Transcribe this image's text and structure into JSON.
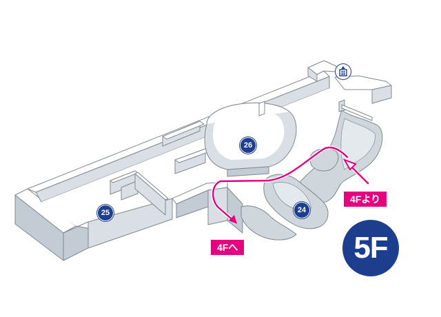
{
  "floor": {
    "label": "5F"
  },
  "markers": [
    {
      "id": "25",
      "label": "25"
    },
    {
      "id": "26",
      "label": "26"
    },
    {
      "id": "24",
      "label": "24"
    }
  ],
  "routes": {
    "exit_label": "4Fへ",
    "entry_label": "4Fより"
  },
  "icons": {
    "elevator": "elevator-icon"
  },
  "colors": {
    "route": "#e4007f",
    "marker": "#1e3f8f",
    "badge": "#1b3e8e",
    "wall": "#c4ccd3"
  }
}
